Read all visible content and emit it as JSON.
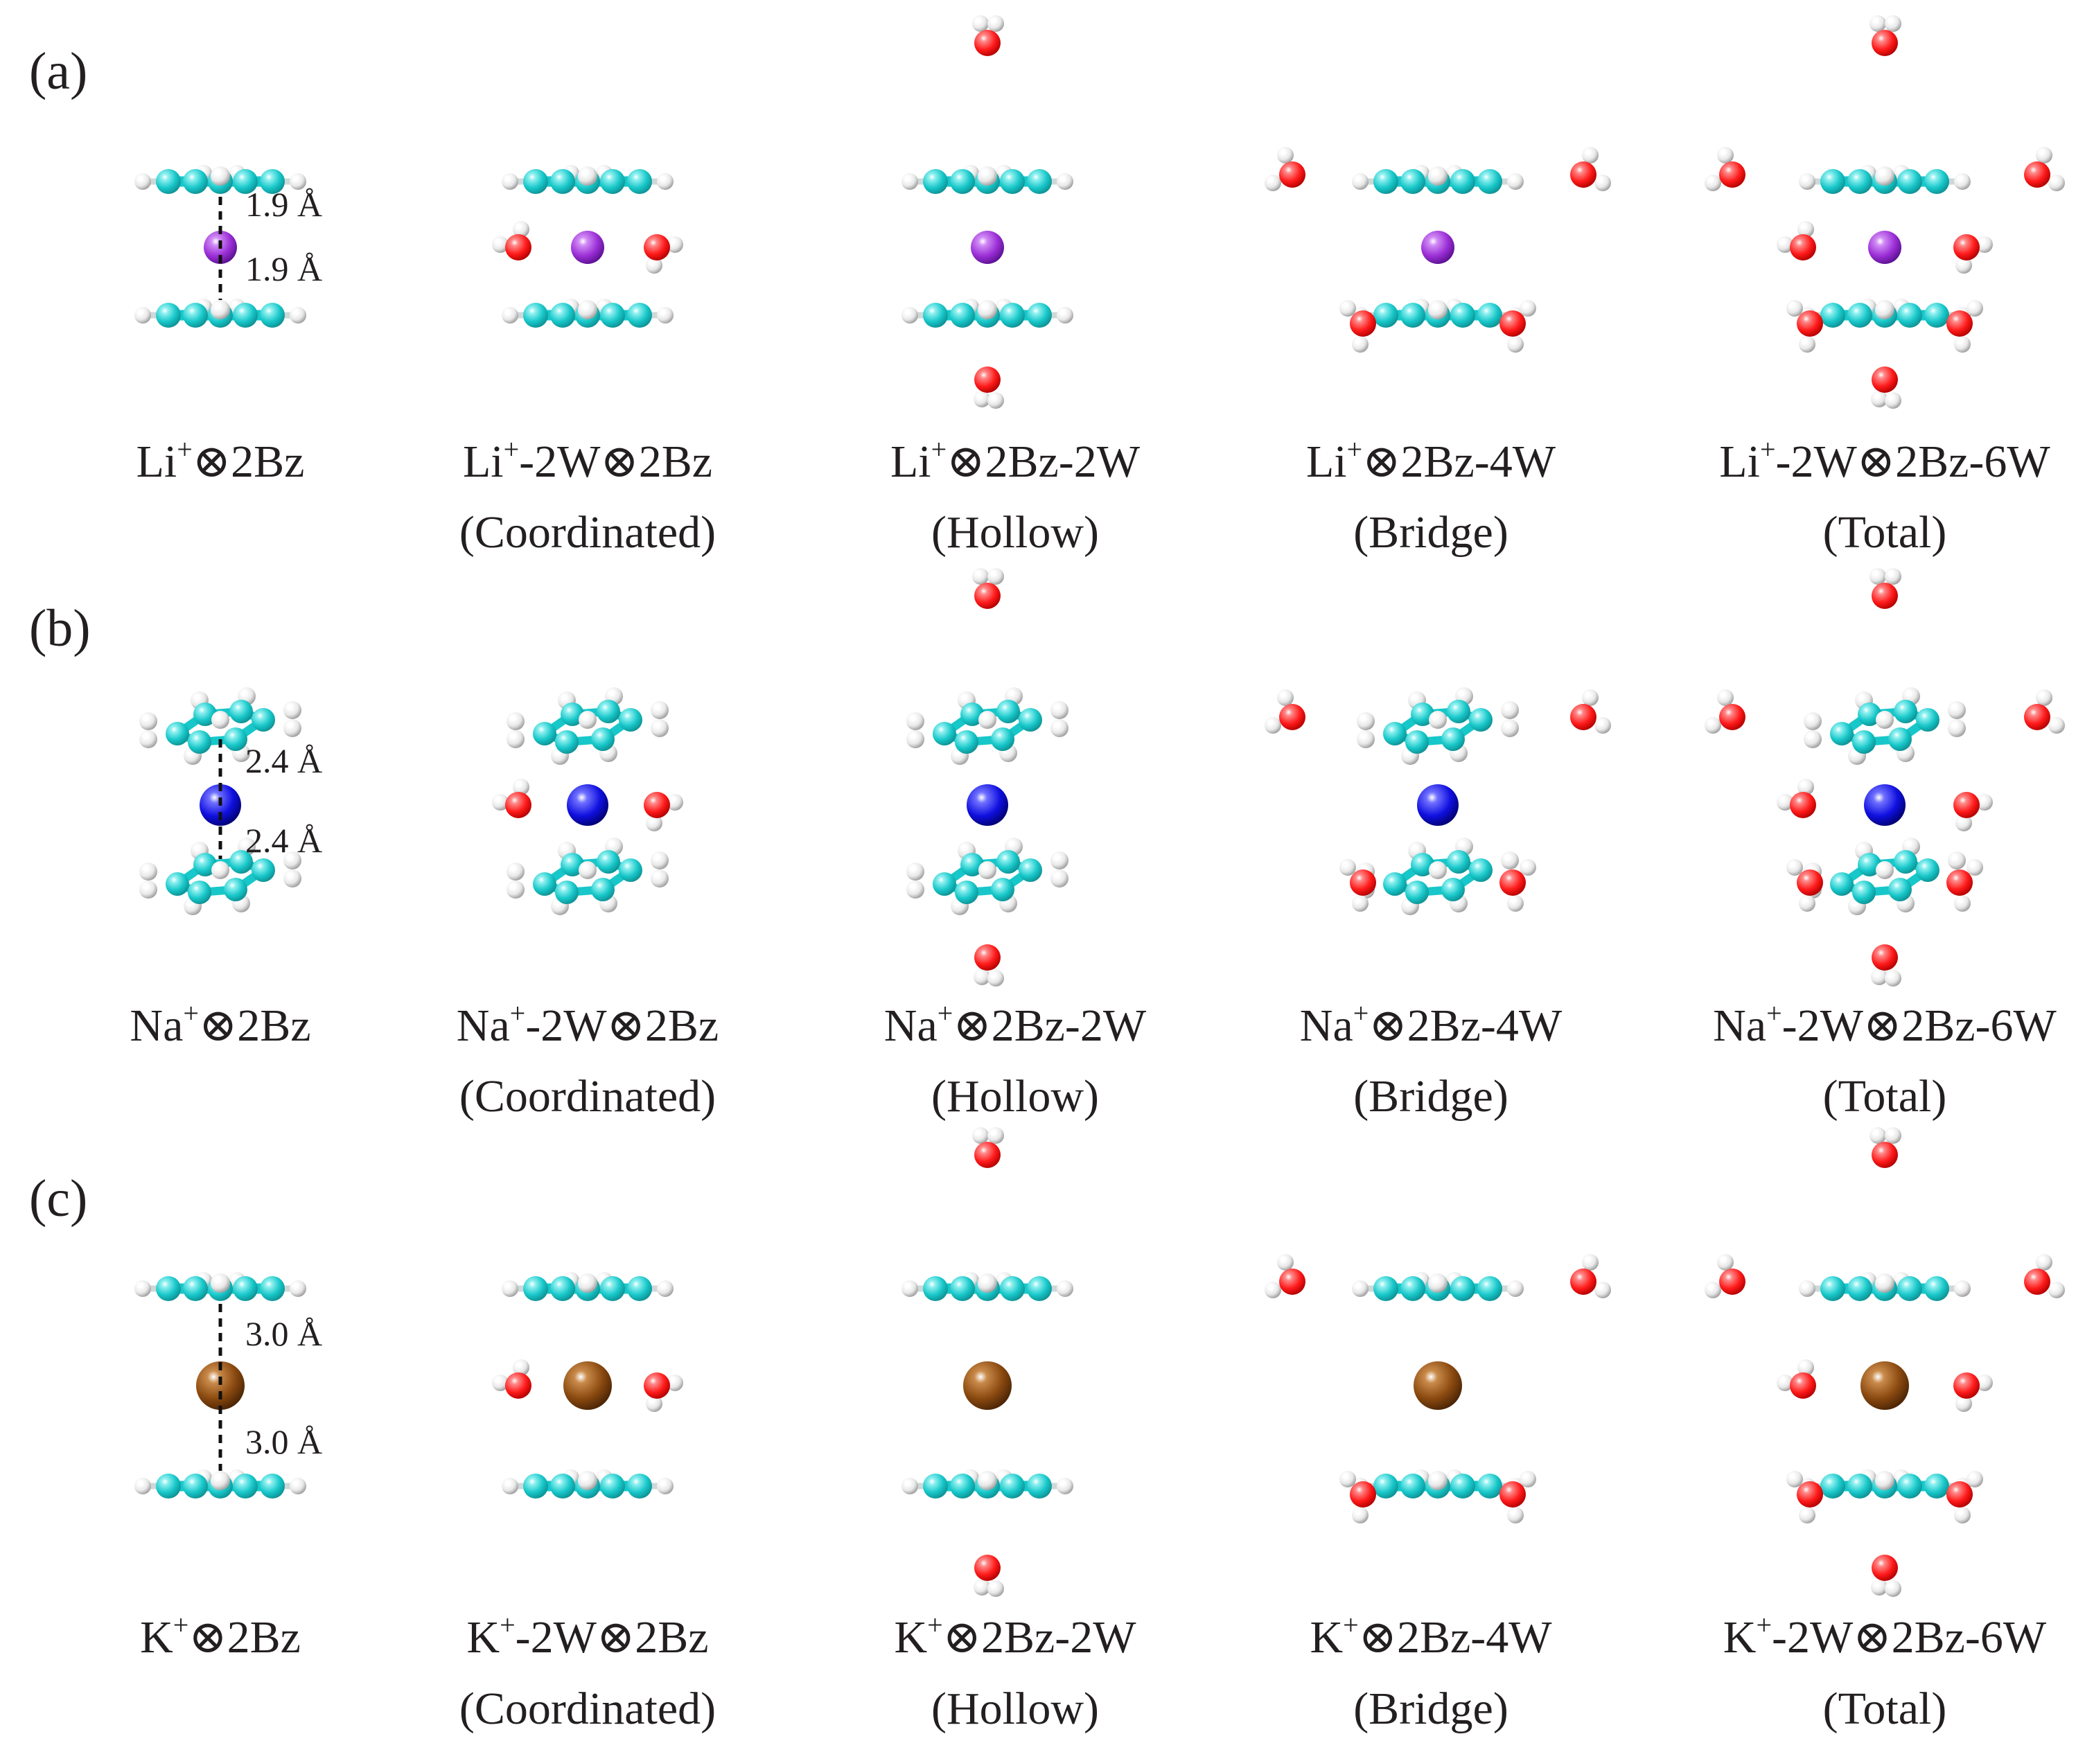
{
  "colors": {
    "carbon": "#17c7c9",
    "carbon_dark": "#0e8f92",
    "hydrogen": "#e8e8e8",
    "hydrogen_dark": "#9a9a9a",
    "oxygen": "#ff1a1a",
    "oxygen_dark": "#b00000",
    "lithium": "#9b2fd6",
    "sodium": "#1010e0",
    "potassium": "#8b4a10",
    "text": "#231f20"
  },
  "rows": [
    {
      "id": "a",
      "label": "(a)",
      "ion": "Li",
      "ion_color_key": "lithium",
      "tilted": false,
      "distances": [
        "1.9 Å",
        "1.9 Å"
      ],
      "captions": [
        {
          "l1": [
            "Li",
            "+",
            "⊗2Bz"
          ],
          "l2": ""
        },
        {
          "l1": [
            "Li",
            "+",
            "-2W⊗2Bz"
          ],
          "l2": "(Coordinated)"
        },
        {
          "l1": [
            "Li",
            "+",
            "⊗2Bz-2W"
          ],
          "l2": "(Hollow)"
        },
        {
          "l1": [
            "Li",
            "+",
            "⊗2Bz-4W"
          ],
          "l2": "(Bridge)"
        },
        {
          "l1": [
            "Li",
            "+",
            "-2W⊗2Bz-6W"
          ],
          "l2": "(Total)"
        }
      ]
    },
    {
      "id": "b",
      "label": "(b)",
      "ion": "Na",
      "ion_color_key": "sodium",
      "tilted": true,
      "distances": [
        "2.4 Å",
        "2.4 Å"
      ],
      "captions": [
        {
          "l1": [
            "Na",
            "+",
            "⊗2Bz"
          ],
          "l2": ""
        },
        {
          "l1": [
            "Na",
            "+",
            "-2W⊗2Bz"
          ],
          "l2": "(Coordinated)"
        },
        {
          "l1": [
            "Na",
            "+",
            "⊗2Bz-2W"
          ],
          "l2": "(Hollow)"
        },
        {
          "l1": [
            "Na",
            "+",
            "⊗2Bz-4W"
          ],
          "l2": "(Bridge)"
        },
        {
          "l1": [
            "Na",
            "+",
            "-2W⊗2Bz-6W"
          ],
          "l2": "(Total)"
        }
      ]
    },
    {
      "id": "c",
      "label": "(c)",
      "ion": "K",
      "ion_color_key": "potassium",
      "tilted": false,
      "distances": [
        "3.0 Å",
        "3.0 Å"
      ],
      "captions": [
        {
          "l1": [
            "K",
            "+",
            "⊗2Bz"
          ],
          "l2": ""
        },
        {
          "l1": [
            "K",
            "+",
            "-2W⊗2Bz"
          ],
          "l2": "(Coordinated)"
        },
        {
          "l1": [
            "K",
            "+",
            "⊗2Bz-2W"
          ],
          "l2": "(Hollow)"
        },
        {
          "l1": [
            "K",
            "+",
            "⊗2Bz-4W"
          ],
          "l2": "(Bridge)"
        },
        {
          "l1": [
            "K",
            "+",
            "-2W⊗2Bz-6W"
          ],
          "l2": "(Total)"
        }
      ]
    }
  ]
}
